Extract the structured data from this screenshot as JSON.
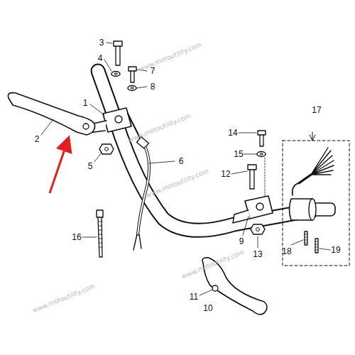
{
  "diagram": {
    "labels": [
      "3",
      "4",
      "7",
      "8",
      "1",
      "2",
      "5",
      "6",
      "17",
      "14",
      "15",
      "12",
      "16",
      "9",
      "13",
      "18",
      "19",
      "11",
      "10",
      "www.motoutility.com",
      "www.motoutility.com",
      "www.motoutility.com",
      "www.motoutility.com",
      "www.motoutility.com"
    ]
  }
}
